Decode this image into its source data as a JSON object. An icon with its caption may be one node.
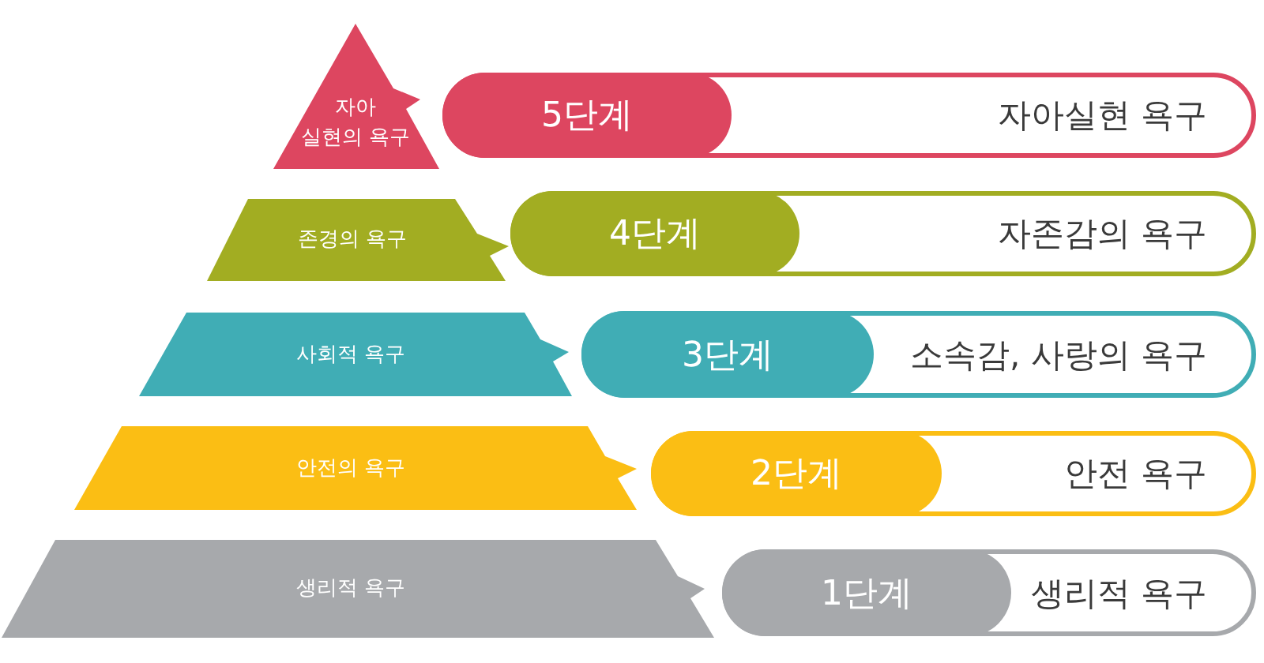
{
  "diagram": {
    "nodes": [
      {
        "text": [
          "자아 실현의 욕구"
        ]
      },
      {
        "text": [
          "자아실현 욕구"
        ]
      },
      {
        "text": [
          "5단계"
        ],
        "in": 1
      },
      {
        "text": [
          "존경의 욕구"
        ]
      },
      {
        "text": [
          "자존감의 욕구"
        ]
      },
      {
        "text": [
          "4단계"
        ],
        "in": 4
      },
      {
        "text": [
          "사회적 욕구"
        ]
      },
      {
        "text": [
          "소속감, 사랑의 욕구"
        ]
      },
      {
        "text": [
          "3단계"
        ],
        "in": 7
      },
      {
        "text": [
          "안전의 욕구"
        ]
      },
      {
        "text": [
          "안전 욕구"
        ]
      },
      {
        "text": [
          "2단계"
        ],
        "in": 10
      },
      {
        "text": [
          "생리적 욕구"
        ]
      },
      {
        "text": [
          "생리적 욕구"
        ]
      },
      {
        "text": [
          "1단계"
        ],
        "in": 13
      }
    ]
  }
}
